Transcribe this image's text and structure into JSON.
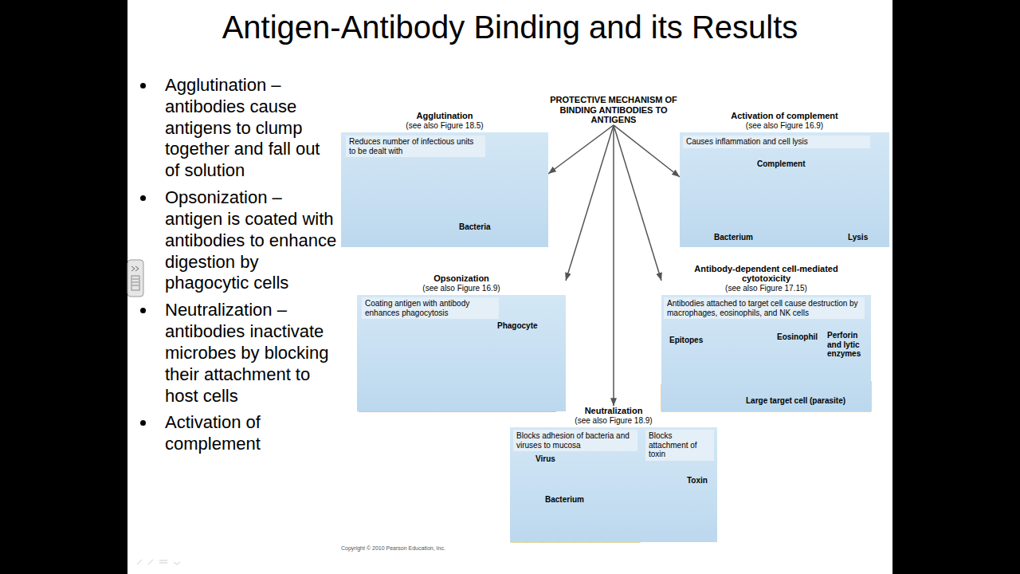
{
  "diagram": {
    "title": "Antigen-Antibody Binding and its Results",
    "nodes": [
      {
        "text": [
          "PROTECTIVE MECHANISM OF BINDING ANTIBODIES TO ANTIGENS"
        ]
      },
      {
        "text": [
          "Agglutination",
          "(see also Figure 18.5)",
          "Reduces number of infectious units to be dealt with"
        ]
      },
      {
        "text": [
          "Activation of complement",
          "(see also Figure 16.9)",
          "Causes inflammation and cell lysis"
        ]
      },
      {
        "text": [
          "Opsonization",
          "(see also Figure 16.9)",
          "Coating antigen with antibody enhances phagocytosis"
        ]
      },
      {
        "text": [
          "Antibody-dependent cell-mediated cytotoxicity",
          "(see also Figure 17.15)",
          "Antibodies attached to target cell cause destruction by macrophages, eosinophils, and NK cells"
        ]
      },
      {
        "text": [
          "Neutralization",
          "(see also Figure 18.9)",
          "Blocks adhesion of bacteria and viruses to mucosa",
          "Blocks attachment of toxin"
        ]
      }
    ],
    "edges": [
      {
        "from": 0,
        "to": 1,
        "arrow": "to"
      },
      {
        "from": 0,
        "to": 2,
        "arrow": "to"
      },
      {
        "from": 0,
        "to": 3,
        "arrow": "to"
      },
      {
        "from": 0,
        "to": 4,
        "arrow": "to"
      },
      {
        "from": 0,
        "to": 5,
        "arrow": "to"
      }
    ],
    "labels": [
      "Agglutination – antibodies cause antigens to clump together and fall out of solution",
      "Opsonization – antigen is coated with antibodies to enhance digestion by phagocytic cells",
      "Neutralization – antibodies inactivate microbes by blocking their attachment to host cells",
      "Activation of complement",
      "Bacteria",
      "Complement",
      "Bacterium",
      "Lysis",
      "Phagocyte",
      "Epitopes",
      "Eosinophil",
      "Perforin and lytic enzymes",
      "Large target cell (parasite)",
      "Virus",
      "Bacterium",
      "Toxin",
      "Copyright © 2010 Pearson Education, Inc."
    ]
  }
}
